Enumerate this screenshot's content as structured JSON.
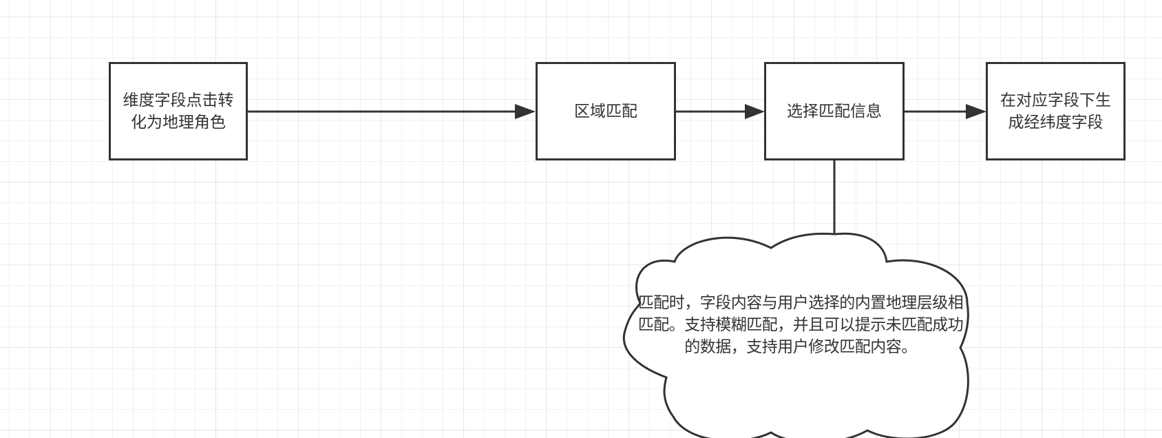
{
  "diagram": {
    "type": "flowchart",
    "nodes": [
      {
        "id": "n1",
        "shape": "rectangle",
        "label": "维度字段点击转化为地理角色"
      },
      {
        "id": "n2",
        "shape": "rectangle",
        "label": "区域匹配"
      },
      {
        "id": "n3",
        "shape": "rectangle",
        "label": "选择匹配信息"
      },
      {
        "id": "n4",
        "shape": "rectangle",
        "label": "在对应字段下生成经纬度字段"
      },
      {
        "id": "n5",
        "shape": "cloud",
        "label": "匹配时，字段内容与用户选择的内置地理层级相匹配。支持模糊匹配，并且可以提示未匹配成功的数据，支持用户修改匹配内容。"
      }
    ],
    "edges": [
      {
        "from": "n1",
        "to": "n2",
        "style": "arrow"
      },
      {
        "from": "n2",
        "to": "n3",
        "style": "arrow"
      },
      {
        "from": "n3",
        "to": "n4",
        "style": "arrow"
      },
      {
        "from": "n3",
        "to": "n5",
        "style": "line"
      }
    ]
  },
  "colors": {
    "stroke": "#333333",
    "fill": "#ffffff",
    "grid_minor": "#f0f0f0",
    "grid_major": "#e6e6e6"
  }
}
